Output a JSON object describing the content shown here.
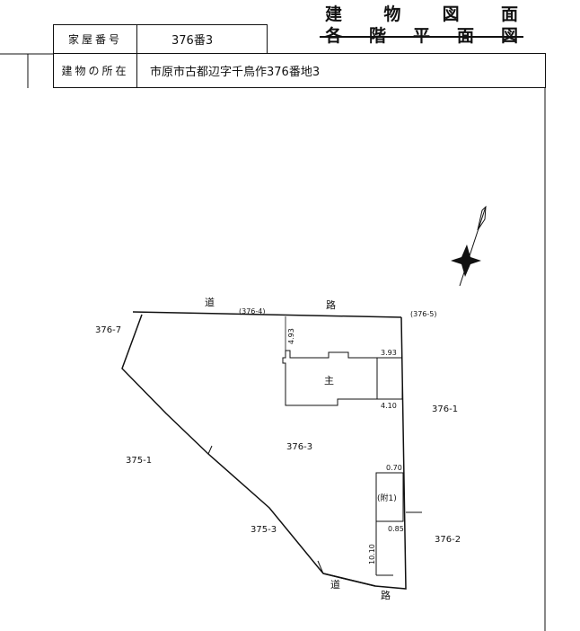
{
  "document": {
    "title_top": [
      "建",
      "物",
      "図",
      "面"
    ],
    "title_struck": [
      "各",
      "階",
      "平",
      "面",
      "図"
    ]
  },
  "header": {
    "house_number_label": "家屋番号",
    "house_number_value": "376番3",
    "location_label": "建物の所在",
    "location_value": "市原市古都辺字千鳥作376番地3"
  },
  "plan": {
    "road_top_left": "道",
    "road_top_right": "路",
    "road_top_lot": "(376-4)",
    "corner_lot": "(376-5)",
    "road_bottom_left": "道",
    "road_bottom_right": "路",
    "lots": {
      "lot_376_7": "376-7",
      "lot_376_3": "376-3",
      "lot_376_1": "376-1",
      "lot_375_1": "375-1",
      "lot_375_3": "375-3",
      "lot_376_2": "376-2"
    },
    "main_building_label": "主",
    "annex_label": "(附1)",
    "dims": {
      "d_4_93": "4.93",
      "d_3_93": "3.93",
      "d_4_10": "4.10",
      "d_0_70": "0.70",
      "d_0_85": "0.85",
      "d_10_10": "10.10"
    }
  }
}
